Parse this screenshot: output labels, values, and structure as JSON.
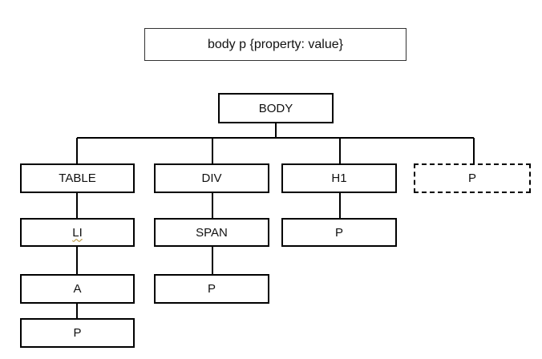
{
  "selector": {
    "text": "body p {property: value}"
  },
  "tree": {
    "root": "BODY",
    "branches": [
      {
        "label": "TABLE",
        "children": [
          "LI",
          "A",
          "P"
        ]
      },
      {
        "label": "DIV",
        "children": [
          "SPAN",
          "P"
        ]
      },
      {
        "label": "H1",
        "children": [
          "P"
        ]
      },
      {
        "label": "P",
        "style": "dashed",
        "children": []
      }
    ]
  }
}
